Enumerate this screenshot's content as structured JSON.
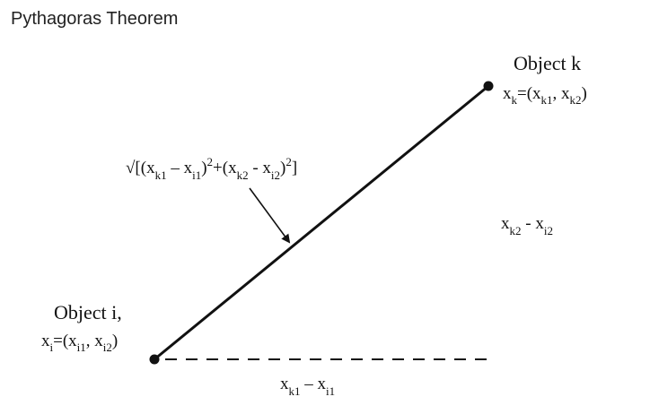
{
  "page": {
    "title": "Pythagoras Theorem"
  },
  "diagram": {
    "object_i": {
      "name": "Object i,",
      "coord_prefix": "x",
      "coord_sub": "i",
      "coord_eq": "=(x",
      "c1_sub": "i1",
      "comma": ", x",
      "c2_sub": "i2",
      "close": ")"
    },
    "object_k": {
      "name": "Object k",
      "coord_prefix": "x",
      "coord_sub": "k",
      "coord_eq": "=(x",
      "c1_sub": "k1",
      "comma": ", x",
      "c2_sub": "k2",
      "close": ")"
    },
    "hypotenuse_label": {
      "open": "√[(x",
      "s1": "k1",
      "minus1": " – x",
      "s2": "i1",
      "close1": ")",
      "sup1": "2",
      "plus": "+(x",
      "s3": "k2",
      "minus2": " - x",
      "s4": "i2",
      "close2": ")",
      "sup2": "2",
      "end": "]"
    },
    "vertical_label": {
      "a": "x",
      "a_sub": "k2",
      "minus": " - x",
      "b_sub": "i2"
    },
    "horizontal_label": {
      "a": "x",
      "a_sub": "k1",
      "minus": " – x",
      "b_sub": "i1"
    }
  }
}
